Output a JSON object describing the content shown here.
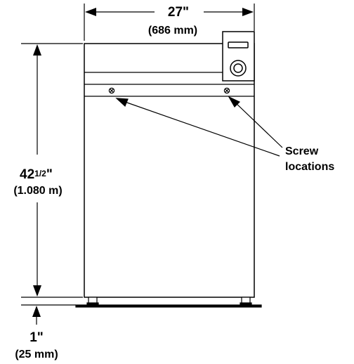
{
  "width_dim": {
    "imperial": "27\"",
    "metric": "(686 mm)"
  },
  "height_dim": {
    "whole": "42",
    "fraction": "1/2",
    "inch_mark": "\"",
    "metric": "(1.080 m)"
  },
  "foot_dim": {
    "imperial": "1\"",
    "metric": "(25 mm)"
  },
  "callout": {
    "line1": "Screw",
    "line2": "locations"
  },
  "colors": {
    "ink": "#000000",
    "background": "#ffffff"
  }
}
